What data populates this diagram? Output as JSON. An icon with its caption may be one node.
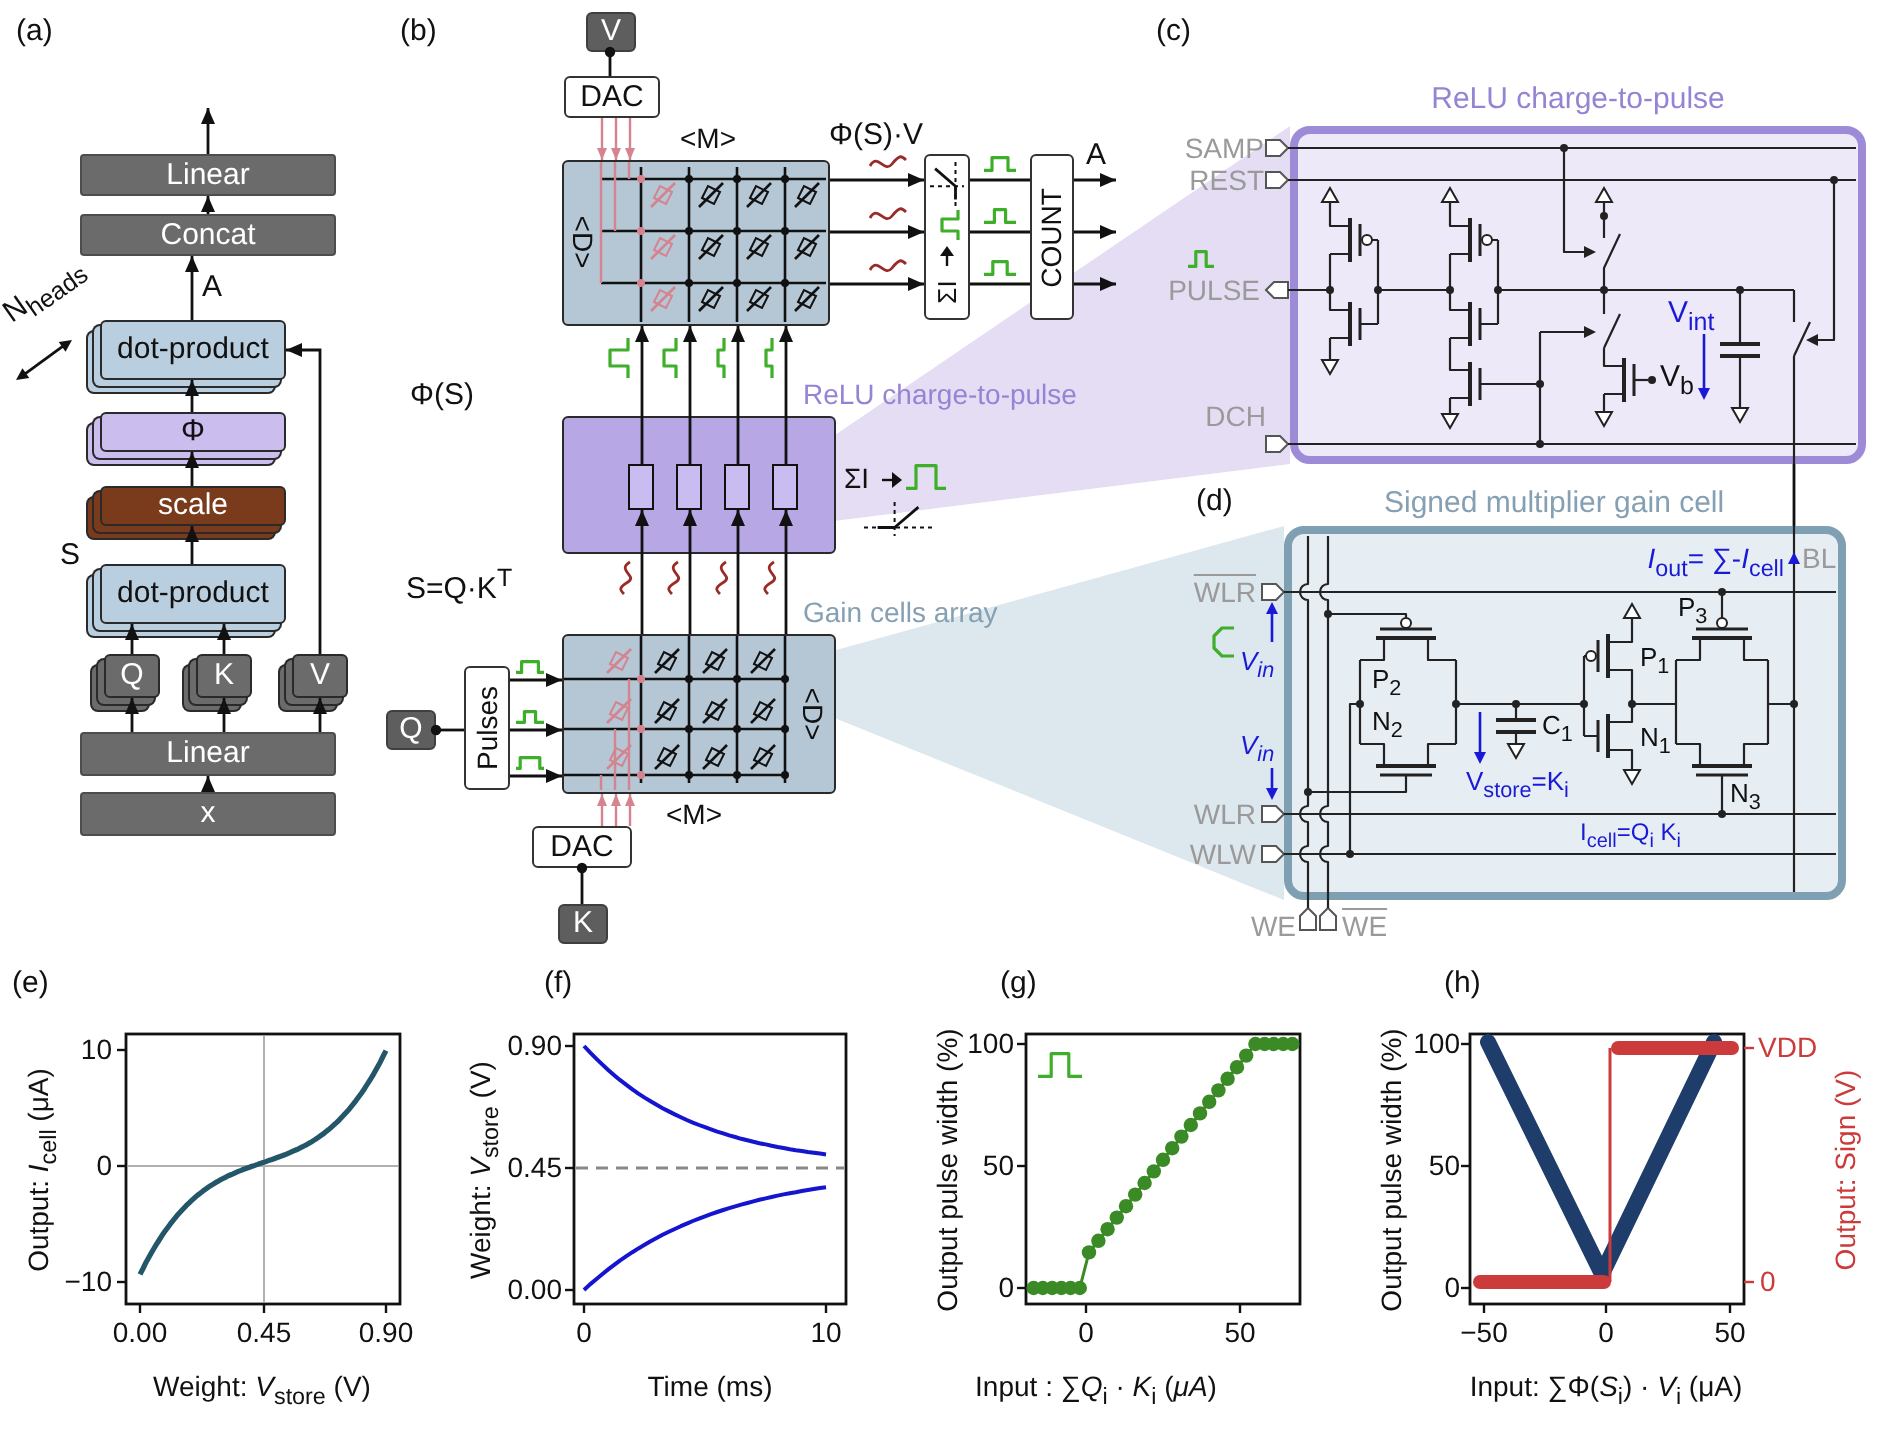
{
  "diagram": {
    "nodes": [
      {
        "text": [
          "Linear"
        ]
      },
      {
        "text": [
          "Concat"
        ]
      },
      {
        "text": [
          "dot-product"
        ]
      },
      {
        "text": [
          "Φ"
        ]
      },
      {
        "text": [
          "scale"
        ]
      },
      {
        "text": [
          "dot-product"
        ],
        "beside": [
          "S"
        ]
      },
      {
        "text": [
          "Q"
        ]
      },
      {
        "text": [
          "K"
        ]
      },
      {
        "text": [
          "V"
        ]
      },
      {
        "text": [
          "Linear"
        ]
      },
      {
        "text": [
          "x"
        ]
      },
      {
        "text": [
          "V"
        ]
      },
      {
        "text": [
          "DAC"
        ]
      },
      {
        "text": [
          "<D>"
        ],
        "beside": [
          "<M>"
        ]
      },
      {
        "text": [
          "ΣI"
        ]
      },
      {
        "text": [
          "COUNT"
        ]
      },
      {
        "text": [
          "ReLU charge-to-pulse"
        ],
        "beside": [
          "ΣI"
        ]
      },
      {
        "text": [],
        "shape": "box",
        "in": 16
      },
      {
        "text": [],
        "shape": "box",
        "in": 16
      },
      {
        "text": [],
        "shape": "box",
        "in": 16
      },
      {
        "text": [],
        "shape": "box",
        "in": 16
      },
      {
        "text": [
          "Gain cells array",
          "<D>"
        ],
        "beside": [
          "<M>"
        ]
      },
      {
        "text": [
          "Pulses"
        ]
      },
      {
        "text": [
          "Q"
        ]
      },
      {
        "text": [
          "DAC"
        ]
      },
      {
        "text": [
          "K"
        ]
      },
      {
        "text": [
          "ReLU charge-to-pulse"
        ]
      },
      {
        "text": [
          "Signed multiplier gain cell"
        ]
      }
    ],
    "edges": [
      {
        "from": 10,
        "to": 9,
        "arrow": "to"
      },
      {
        "from": 9,
        "to": 6,
        "arrow": "to"
      },
      {
        "from": 9,
        "to": 7,
        "arrow": "to"
      },
      {
        "from": 9,
        "to": 8,
        "arrow": "to"
      },
      {
        "from": 6,
        "to": 5,
        "arrow": "to"
      },
      {
        "from": 7,
        "to": 5,
        "arrow": "to"
      },
      {
        "from": 5,
        "to": 4,
        "arrow": "to"
      },
      {
        "from": 4,
        "to": 3,
        "arrow": "to"
      },
      {
        "from": 3,
        "to": 2,
        "arrow": "to"
      },
      {
        "from": 8,
        "to": 2,
        "arrow": "to"
      },
      {
        "from": 2,
        "to": 1,
        "arrow": "to",
        "label": "A"
      },
      {
        "from": 1,
        "to": 0,
        "arrow": "to"
      },
      {
        "from": 0,
        "to": null,
        "arrow": "to"
      },
      {
        "from": 11,
        "to": 12,
        "arrow": "other"
      },
      {
        "from": 12,
        "to": 13,
        "arrow": "to",
        "color": "#d4838f"
      },
      {
        "from": 12,
        "to": 13,
        "arrow": "to",
        "color": "#d4838f"
      },
      {
        "from": 12,
        "to": 13,
        "arrow": "to",
        "color": "#d4838f"
      },
      {
        "from": 13,
        "to": 14,
        "arrow": "to",
        "label": "Φ(S)·V"
      },
      {
        "from": 13,
        "to": 14,
        "arrow": "to"
      },
      {
        "from": 13,
        "to": 14,
        "arrow": "to"
      },
      {
        "from": 14,
        "to": 15,
        "arrow": "none"
      },
      {
        "from": 14,
        "to": 15,
        "arrow": "none"
      },
      {
        "from": 14,
        "to": 15,
        "arrow": "none"
      },
      {
        "from": 15,
        "to": null,
        "arrow": "to",
        "label": "A"
      },
      {
        "from": 15,
        "to": null,
        "arrow": "to"
      },
      {
        "from": 15,
        "to": null,
        "arrow": "to"
      },
      {
        "from": 21,
        "to": 17,
        "arrow": "to"
      },
      {
        "from": 21,
        "to": 18,
        "arrow": "to"
      },
      {
        "from": 21,
        "to": 19,
        "arrow": "to"
      },
      {
        "from": 21,
        "to": 20,
        "arrow": "to"
      },
      {
        "from": 17,
        "to": 13,
        "arrow": "to"
      },
      {
        "from": 18,
        "to": 13,
        "arrow": "to"
      },
      {
        "from": 19,
        "to": 13,
        "arrow": "to"
      },
      {
        "from": 20,
        "to": 13,
        "arrow": "to"
      },
      {
        "from": 23,
        "to": 22,
        "arrow": "other"
      },
      {
        "from": 22,
        "to": 21,
        "arrow": "to"
      },
      {
        "from": 22,
        "to": 21,
        "arrow": "to"
      },
      {
        "from": 22,
        "to": 21,
        "arrow": "to"
      },
      {
        "from": 24,
        "to": 21,
        "arrow": "to",
        "color": "#d4838f"
      },
      {
        "from": 24,
        "to": 21,
        "arrow": "to",
        "color": "#d4838f"
      },
      {
        "from": 24,
        "to": 21,
        "arrow": "to",
        "color": "#d4838f"
      },
      {
        "from": 24,
        "to": 25,
        "arrow": "other"
      },
      {
        "from": 26,
        "to": 27,
        "arrow": "none"
      }
    ],
    "labels": [
      "(a)",
      "N$_{heads}$",
      "(b)",
      "Φ(S)",
      "S=Q·K$^{T}$",
      "(c)",
      "SAMP",
      "REST",
      "PULSE",
      "V$_{int}$",
      "V$_{b}$",
      "DCH",
      "(d)",
      "*I*$_{out}$= ∑-*I*$_{cell}$",
      "BL",
      "WLR",
      "P$_{3}$",
      "V$_{in}$",
      "P$_{2}$",
      "P$_{1}$",
      "N$_{2}$",
      "C$_{1}$",
      "V$_{in}$",
      "N$_{1}$",
      "V$_{store}$=K$_{i}$",
      "N$_{3}$",
      "WLR",
      "I$_{cell}$=Q$_{i}$ K$_{i}$",
      "WLW",
      "WE",
      "WE",
      "(e)",
      "(f)",
      "(g)",
      "(h)",
      "10",
      "0",
      "−10",
      "0.00",
      "0.45",
      "0.90",
      "Output: *I*$_{cell}$ (μA)",
      "Weight: *V*$_{store}$ (V)",
      "0.90",
      "0.45",
      "0.00",
      "0",
      "10",
      "Weight: *V*$_{store}$ (V)",
      "Time (ms)",
      "100",
      "50",
      "0",
      "0",
      "50",
      "Output pulse width (%)",
      "Input : ∑*Q*$_{i}$ · *K*$_{i}$ (*μA*)",
      "100",
      "50",
      "0",
      "−50",
      "0",
      "50",
      "VDD",
      "0",
      "Output pulse width (%)",
      "Output: Sign (V)",
      "Input: ∑Φ(*S*$_{i}$) · *V*$_{i}$ (μA)"
    ]
  }
}
